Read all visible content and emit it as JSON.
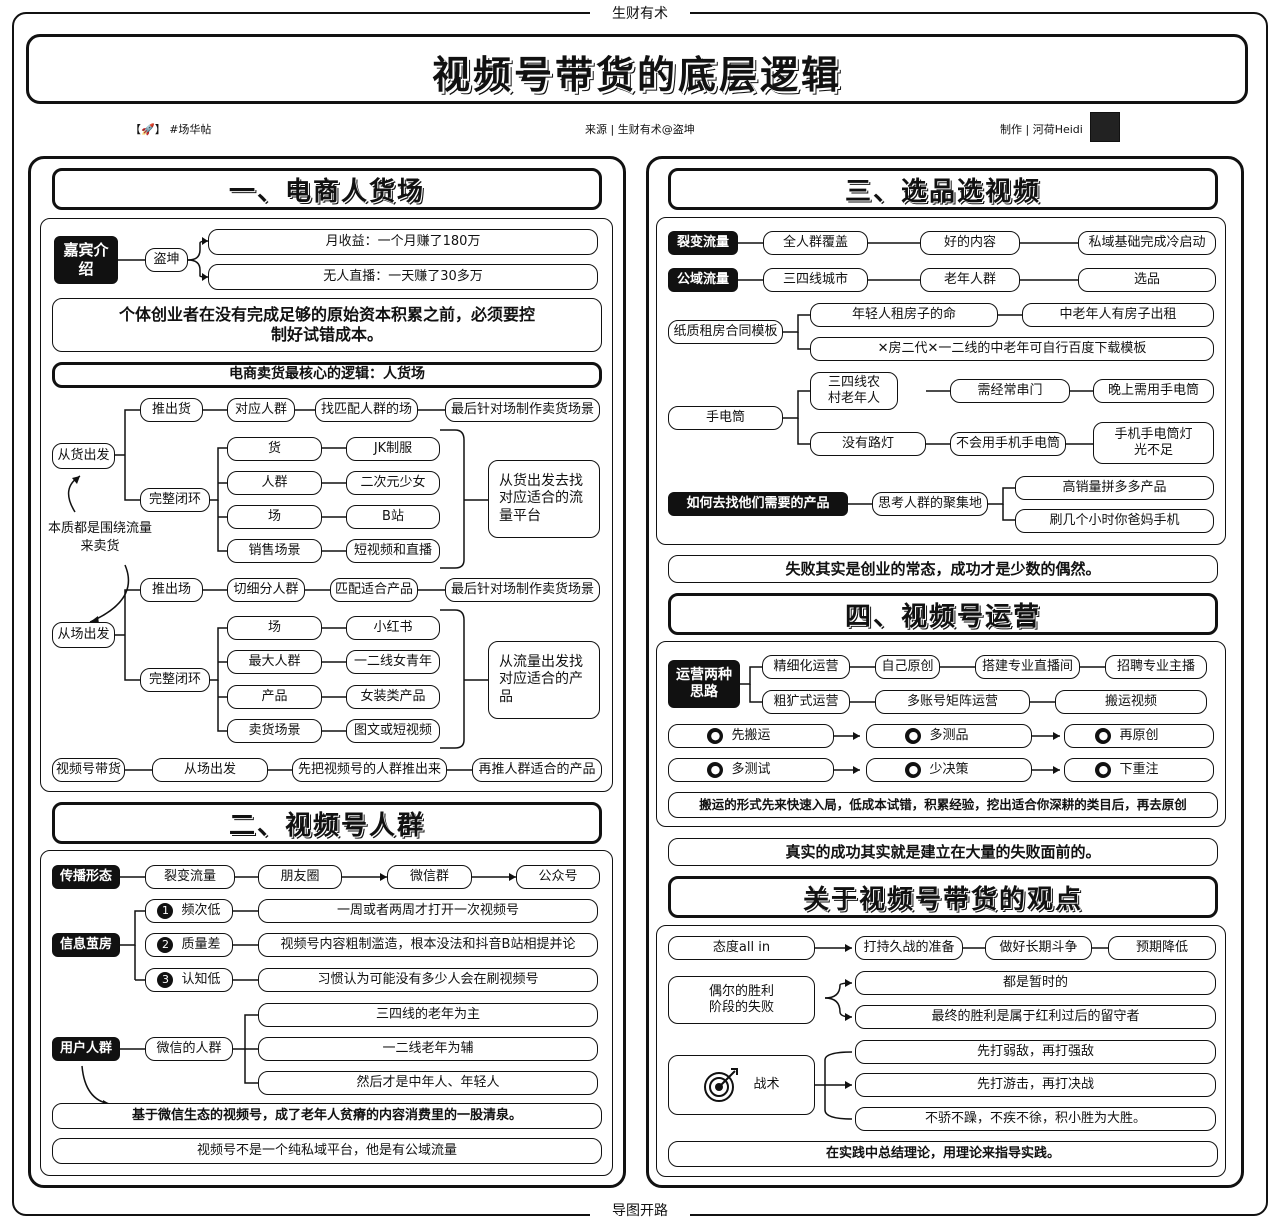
{
  "header": {
    "top_label": "生财有术",
    "bottom_label": "导图开路",
    "title": "视频号带货的底层逻辑",
    "meta_left": "【🚀】 #场华帖",
    "meta_center": "来源 | 生财有术@盗坤",
    "meta_right": "制作 | 河荷Heidi"
  },
  "s1": {
    "title": "一、电商人货场",
    "guest_label": "嘉宾介绍",
    "guest_name": "盗坤",
    "guest_items": [
      "月收益：一个月赚了180万",
      "无人直播：一天赚了30多万"
    ],
    "statement": "个体创业者在没有完成足够的原始资本积累之前，必须要控制好试错成本。",
    "core_logic": "电商卖货最核心的逻辑：人货场",
    "from_goods": "从货出发",
    "from_scene": "从场出发",
    "essence": "本质都是围绕流量来卖货",
    "push_goods": "推出货",
    "push_scene": "推出场",
    "complete_loop": "完整闭环",
    "goods_chain": [
      "对应人群",
      "找匹配人群的场",
      "最后针对场制作卖货场景"
    ],
    "scene_chain": [
      "切细分人群",
      "匹配适合产品",
      "最后针对场制作卖货场景"
    ],
    "goods_loop_left": [
      "货",
      "人群",
      "场",
      "销售场景"
    ],
    "goods_loop_right": [
      "JK制服",
      "二次元少女",
      "B站",
      "短视频和直播"
    ],
    "goods_loop_note": "从货出发去找对应适合的流量平台",
    "scene_loop_left": [
      "场",
      "最大人群",
      "产品",
      "卖货场景"
    ],
    "scene_loop_right": [
      "小红书",
      "一二线女青年",
      "女装类产品",
      "图文或短视频"
    ],
    "scene_loop_note": "从流量出发找对应适合的产品",
    "bottom_chain": [
      "视频号带货",
      "从场出发",
      "先把视频号的人群推出来",
      "再推人群适合的产品"
    ]
  },
  "s2": {
    "title": "二、视频号人群",
    "spread_label": "传播形态",
    "spread_chain": [
      "裂变流量",
      "朋友圈",
      "微信群",
      "公众号"
    ],
    "info_label": "信息茧房",
    "info_items": [
      {
        "num": "1",
        "key": "频次低",
        "desc": "一周或者两周才打开一次视频号"
      },
      {
        "num": "2",
        "key": "质量差",
        "desc": "视频号内容粗制滥造，根本没法和抖音B站相提并论"
      },
      {
        "num": "3",
        "key": "认知低",
        "desc": "习惯认为可能没有多少人会在刷视频号"
      }
    ],
    "user_label": "用户人群",
    "user_sub": "微信的人群",
    "user_items": [
      "三四线的老年为主",
      "一二线老年为辅",
      "然后才是中年人、年轻人"
    ],
    "conclusion1": "基于微信生态的视频号，成了老年人贫瘠的内容消费里的一股清泉。",
    "conclusion2": "视频号不是一个纯私域平台，他是有公域流量"
  },
  "s3": {
    "title": "三、选品选视频",
    "fission_label": "裂变流量",
    "fission_chain": [
      "全人群覆盖",
      "好的内容",
      "私域基础完成冷启动"
    ],
    "public_label": "公域流量",
    "public_chain": [
      "三四线城市",
      "老年人群",
      "选品"
    ],
    "rent_label": "纸质租房合同模板",
    "rent_items": [
      "年轻人租房子的命",
      "中老年人有房子出租",
      "✕房二代✕一二线的中老年可自行百度下载模板"
    ],
    "torch_label": "手电筒",
    "torch_a": "三四线农村老年人",
    "torch_a2": "需经常串门",
    "torch_a3": "晚上需用手电筒",
    "torch_b": "没有路灯",
    "torch_b2": "不会用手机手电筒",
    "torch_b3": "手机手电筒灯光不足",
    "find_label": "如何去找他们需要的产品",
    "find_sub": "思考人群的聚集地",
    "find_items": [
      "高销量拼多多产品",
      "刷几个小时你爸妈手机"
    ],
    "statement": "失败其实是创业的常态，成功才是少数的偶然。"
  },
  "s4": {
    "title": "四、视频号运营",
    "ops_label": "运营两种思路",
    "fine_chain": [
      "精细化运营",
      "自己原创",
      "搭建专业直播间",
      "招聘专业主播"
    ],
    "rough_chain": [
      "粗犷式运营",
      "多账号矩阵运营",
      "搬运视频"
    ],
    "steps_row1": [
      "先搬运",
      "多测品",
      "再原创"
    ],
    "steps_row2": [
      "多测试",
      "少决策",
      "下重注"
    ],
    "summary": "搬运的形式先来快速入局，低成本试错，积累经验，挖出适合你深耕的类目后，再去原创",
    "statement": "真实的成功其实就是建立在大量的失败面前的。"
  },
  "s5": {
    "title": "关于视频号带货的观点",
    "attitude": "态度all in",
    "attitude_chain": [
      "打持久战的准备",
      "做好长期斗争",
      "预期降低"
    ],
    "win_label": "偶尔的胜利阶段的失败",
    "win_items": [
      "都是暂时的",
      "最终的胜利是属于红利过后的留守者"
    ],
    "tactic_label": "战术",
    "tactic_items": [
      "先打弱敌，再打强敌",
      "先打游击，再打决战",
      "不骄不躁，不疾不徐，积小胜为大胜。"
    ],
    "closing": "在实践中总结理论，用理论来指导实践。"
  }
}
